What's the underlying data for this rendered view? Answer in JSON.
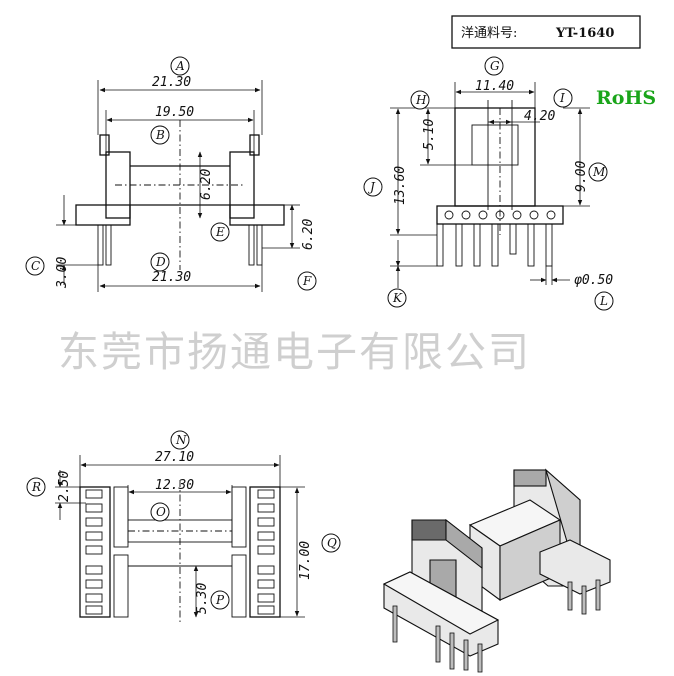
{
  "part_box": {
    "label": "洋通料号:",
    "value": "YT-1640"
  },
  "rohs": "RoHS",
  "watermark": "东莞市扬通电子有限公司",
  "tags": {
    "A": "A",
    "B": "B",
    "C": "C",
    "D": "D",
    "E": "E",
    "F": "F",
    "G": "G",
    "H": "H",
    "I": "I",
    "J": "J",
    "K": "K",
    "L": "L",
    "M": "M",
    "N": "N",
    "O": "O",
    "P": "P",
    "Q": "Q",
    "R": "R"
  },
  "dims": {
    "A": "21.30",
    "B": "19.50",
    "C": "3.00",
    "D": "21.30",
    "E": "6.20",
    "F": "6.20",
    "G": "11.40",
    "H": "5.10",
    "I": "4.20",
    "J": "13.60",
    "L": "φ0.50",
    "M": "9.00",
    "N": "27.10",
    "O": "12.30",
    "P": "5.30",
    "Q": "17.00",
    "R": "2.50"
  },
  "colors": {
    "rohs": "#1aa51a",
    "watermark": "#cfcfcf",
    "line": "#111111"
  }
}
